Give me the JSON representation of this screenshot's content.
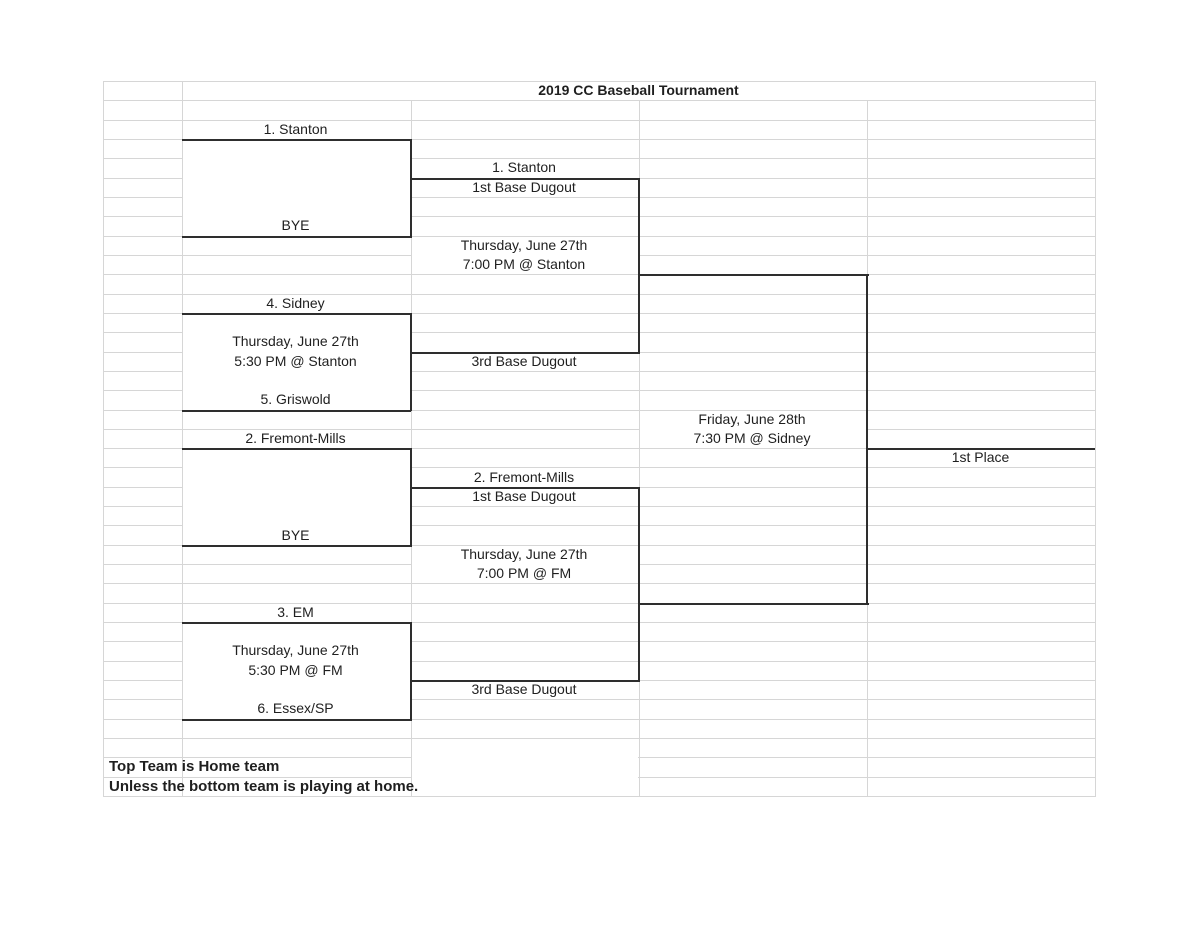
{
  "title": "2019 CC Baseball Tournament",
  "round1": {
    "match1": {
      "top": "1. Stanton",
      "bottom": "BYE"
    },
    "match2": {
      "top": "4. Sidney",
      "date": "Thursday, June 27th",
      "time": "5:30 PM @ Stanton",
      "bottom": "5. Griswold"
    },
    "match3": {
      "top": "2. Fremont-Mills",
      "bottom": "BYE"
    },
    "match4": {
      "top": "3. EM",
      "date": "Thursday, June 27th",
      "time": "5:30 PM @ FM",
      "bottom": "6. Essex/SP"
    }
  },
  "semifinals": {
    "semi1": {
      "top_team": "1. Stanton",
      "top_dugout": "1st Base Dugout",
      "date": "Thursday, June 27th",
      "time": "7:00 PM @ Stanton",
      "bottom_dugout": "3rd Base Dugout"
    },
    "semi2": {
      "top_team": "2. Fremont-Mills",
      "top_dugout": "1st Base Dugout",
      "date": "Thursday, June 27th",
      "time": "7:00 PM @ FM",
      "bottom_dugout": "3rd Base Dugout"
    }
  },
  "final": {
    "date": "Friday, June 28th",
    "time": "7:30 PM @ Sidney",
    "champion_label": "1st Place"
  },
  "notes": {
    "line1": "Top Team is Home team",
    "line2": "Unless the bottom team is playing at home."
  }
}
